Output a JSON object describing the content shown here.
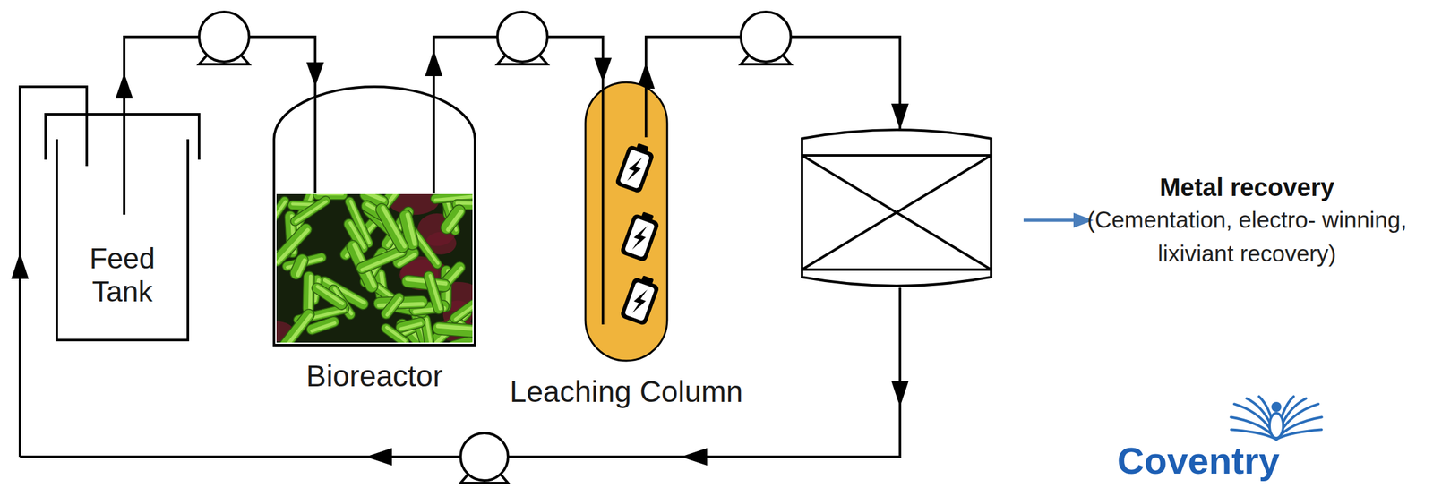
{
  "diagram": {
    "nodes": [
      {
        "text": [
          "Feed Tank"
        ]
      },
      {
        "text": [
          "Bioreactor"
        ]
      },
      {
        "text": [
          "Leaching Column"
        ]
      }
    ],
    "edges": [
      {
        "from": 0,
        "to": 1,
        "arrow": "to"
      },
      {
        "from": 1,
        "to": 2,
        "arrow": "to"
      }
    ],
    "labels": [
      "Metal recovery",
      "(Cementation, electro- winning, lixiviant recovery)",
      "Coventry"
    ]
  }
}
